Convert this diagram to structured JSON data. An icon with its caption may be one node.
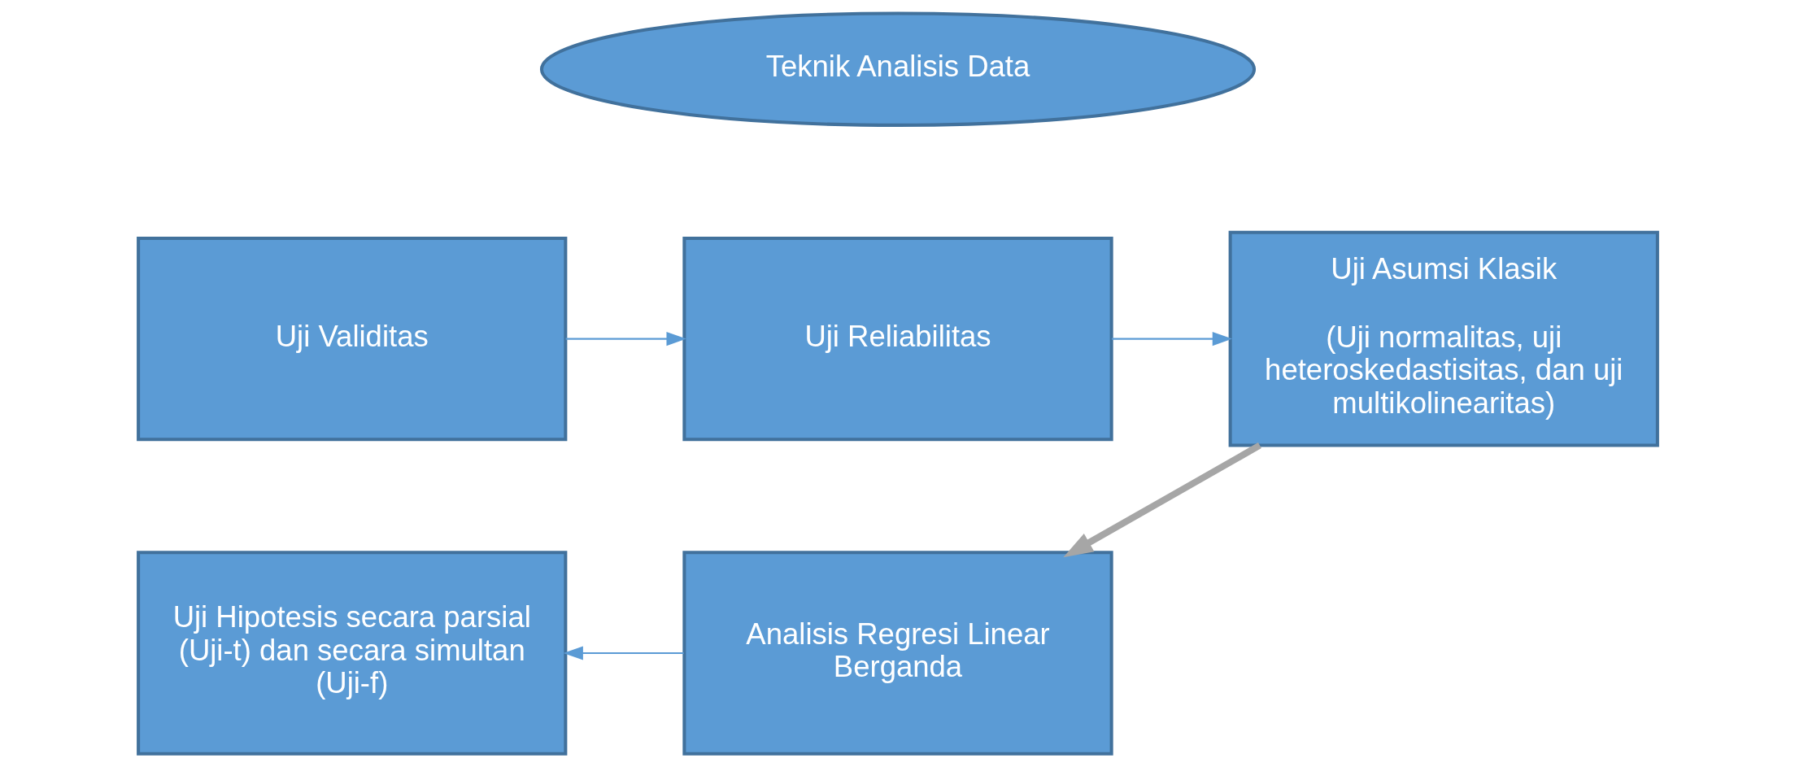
{
  "diagram": {
    "nodes": [
      {
        "text": [
          "Teknik Analisis Data"
        ]
      },
      {
        "text": [
          "Uji Validitas"
        ]
      },
      {
        "text": [
          "Uji Reliabilitas"
        ]
      },
      {
        "text": [
          "Uji Asumsi Klasik",
          "(Uji normalitas, uji heteroskedastisitas, dan uji multikolinearitas)"
        ]
      },
      {
        "text": [
          "Uji Hipotesis secara parsial (Uji-t) dan secara simultan (Uji-f)"
        ]
      },
      {
        "text": [
          "Analisis Regresi Linear Berganda"
        ]
      }
    ],
    "edges": [
      {
        "from": 1,
        "to": 2,
        "arrow": "to"
      },
      {
        "from": 2,
        "to": 3,
        "arrow": "to"
      },
      {
        "from": 3,
        "to": 5,
        "arrow": "to",
        "style": "thick",
        "color": "#a6a6a6"
      },
      {
        "from": 5,
        "to": 4,
        "arrow": "to"
      }
    ]
  }
}
